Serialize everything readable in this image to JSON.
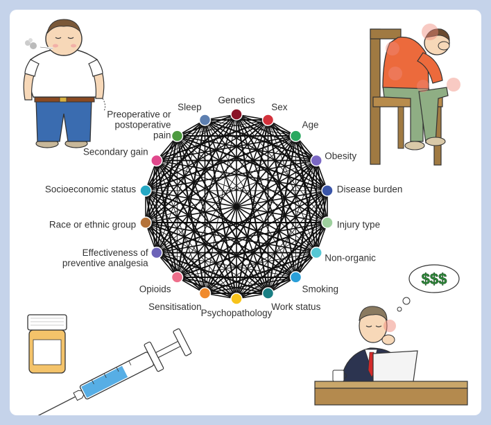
{
  "nodes": [
    {
      "id": "genetics",
      "label": [
        "Genetics"
      ],
      "color": "#8a1427"
    },
    {
      "id": "sex",
      "label": [
        "Sex"
      ],
      "color": "#d3323c"
    },
    {
      "id": "age",
      "label": [
        "Age"
      ],
      "color": "#2aa860"
    },
    {
      "id": "obesity",
      "label": [
        "Obesity"
      ],
      "color": "#7b68c4"
    },
    {
      "id": "disease-burden",
      "label": [
        "Disease burden"
      ],
      "color": "#3a55a8"
    },
    {
      "id": "injury-type",
      "label": [
        "Injury type"
      ],
      "color": "#9ed09e"
    },
    {
      "id": "non-organic",
      "label": [
        "Non-organic"
      ],
      "color": "#56c7d4"
    },
    {
      "id": "smoking",
      "label": [
        "Smoking"
      ],
      "color": "#2a9fd8"
    },
    {
      "id": "work-status",
      "label": [
        "Work status"
      ],
      "color": "#1a7f84"
    },
    {
      "id": "psychopathology",
      "label": [
        "Psychopathology"
      ],
      "color": "#f7c31c"
    },
    {
      "id": "sensitisation",
      "label": [
        "Sensitisation"
      ],
      "color": "#f08a2c"
    },
    {
      "id": "opioids",
      "label": [
        "Opioids"
      ],
      "color": "#ee6f8b"
    },
    {
      "id": "effectiveness-of-preventive-analgesia",
      "label": [
        "Effectiveness of",
        "preventive analgesia"
      ],
      "color": "#6c63b8"
    },
    {
      "id": "race-or-ethnic-group",
      "label": [
        "Race or ethnic group"
      ],
      "color": "#b5733a"
    },
    {
      "id": "socioeconomic-status",
      "label": [
        "Socioeconomic status"
      ],
      "color": "#26a8c4"
    },
    {
      "id": "secondary-gain",
      "label": [
        "Secondary gain"
      ],
      "color": "#e0488c"
    },
    {
      "id": "preoperative-or-postoperative-pain",
      "label": [
        "Preoperative or",
        "postoperative",
        "pain"
      ],
      "color": "#4d9a40"
    },
    {
      "id": "sleep",
      "label": [
        "Sleep"
      ],
      "color": "#5d7fb0"
    }
  ],
  "thought_bubble_text": "$$$"
}
